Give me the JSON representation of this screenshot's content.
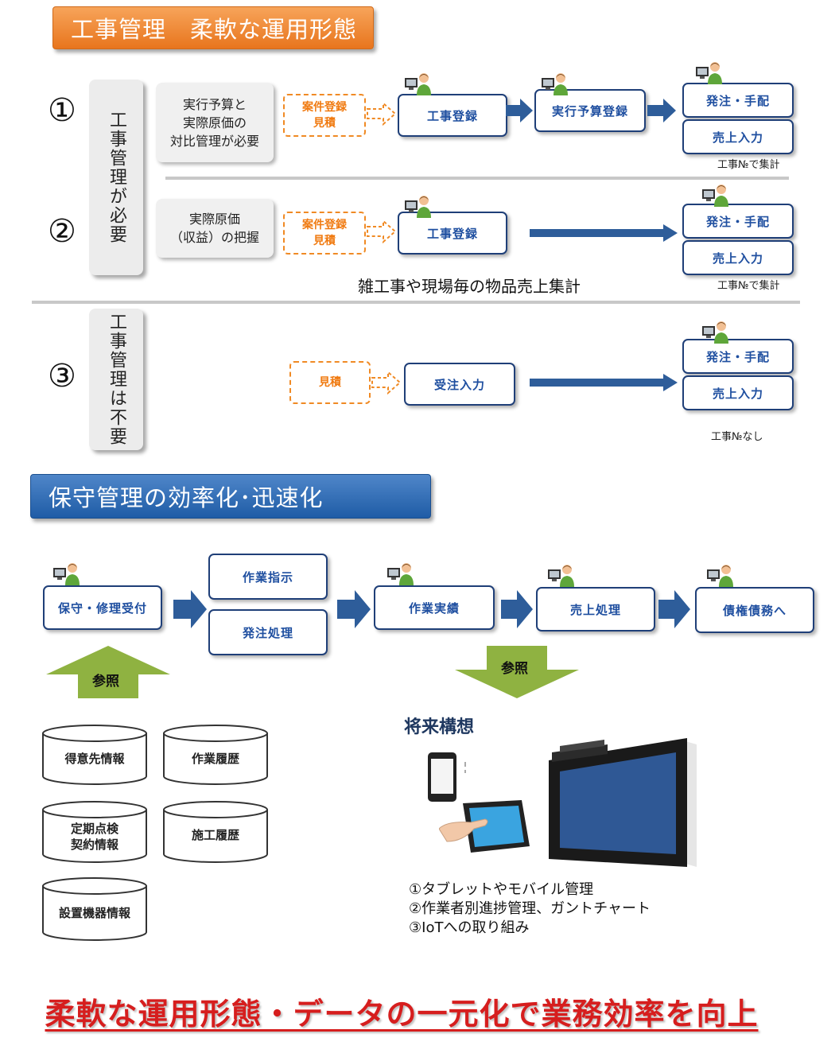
{
  "section1": {
    "title": "工事管理　柔軟な運用形態",
    "rows": [
      {
        "number": "①",
        "desc": [
          "実行予算と",
          "実際原価の",
          "対比管理が必要"
        ],
        "estimate": [
          "案件登録",
          "見積"
        ],
        "step1": "工事登録",
        "step2": "実行予算登録",
        "out1": "発注・手配",
        "out2": "売上入力",
        "note": "工事№で集計"
      },
      {
        "number": "②",
        "desc": [
          "実際原価",
          "（収益）の把握"
        ],
        "estimate": [
          "案件登録",
          "見積"
        ],
        "step1": "工事登録",
        "out1": "発注・手配",
        "out2": "売上入力",
        "note": "工事№で集計",
        "extra": "雑工事や現場毎の物品売上集計"
      },
      {
        "number": "③",
        "estimate": [
          "見積"
        ],
        "step1": "受注入力",
        "out1": "発注・手配",
        "out2": "売上入力",
        "note": "工事№なし"
      }
    ],
    "required_label": "工事管理が必要",
    "not_required_label": "工事管理は不要"
  },
  "section2": {
    "title": "保守管理の効率化･迅速化",
    "flow": {
      "reception": "保守・修理受付",
      "instruction": "作業指示",
      "ordering": "発注処理",
      "result": "作業実績",
      "sales": "売上処理",
      "debt": "債権債務へ"
    },
    "reference_label": "参照",
    "databases": [
      "得意先情報",
      "作業履歴",
      "定期点検\n契約情報",
      "施工履歴",
      "設置機器情報"
    ],
    "future": {
      "title": "将来構想",
      "items": [
        "①タブレットやモバイル管理",
        "②作業者別進捗管理、ガントチャート",
        "③IoTへの取り組み"
      ]
    }
  },
  "footer": "柔軟な運用形態・データの一元化で業務効率を向上",
  "colors": {
    "orange": "#e8751d",
    "blue": "#1f5ca6",
    "navy_box": "#1f3f78",
    "arrow": "#2e5d9a",
    "green": "#8fb241",
    "red": "#d61e1e"
  }
}
